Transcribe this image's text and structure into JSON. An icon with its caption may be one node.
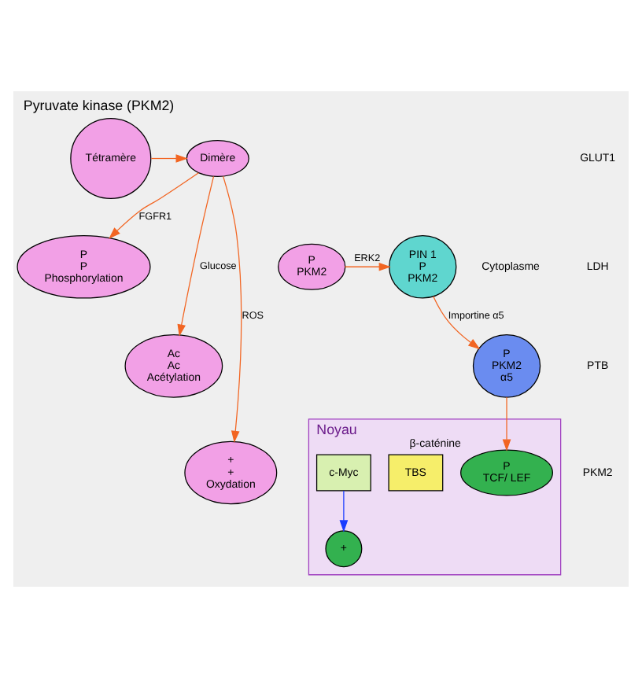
{
  "diagram": {
    "title": "Pyruvate kinase (PKM2)",
    "nodes": [
      {
        "text": [
          "Tétramère"
        ]
      },
      {
        "text": [
          "Dimère"
        ]
      },
      {
        "text": [
          "P",
          "P",
          "Phosphorylation"
        ]
      },
      {
        "text": [
          "Ac",
          "Ac",
          "Acétylation"
        ]
      },
      {
        "text": [
          "+",
          "+",
          "Oxydation"
        ]
      },
      {
        "text": [
          "P",
          "PKM2"
        ]
      },
      {
        "text": [
          "PIN 1",
          "P",
          "PKM2"
        ]
      },
      {
        "text": [
          "P",
          "PKM2",
          "α5"
        ]
      },
      {
        "text": [
          "Noyau"
        ]
      },
      {
        "text": [
          "P",
          "TCF/ LEF"
        ],
        "beside": [
          "β-caténine"
        ],
        "in": 8
      },
      {
        "text": [
          "TBS"
        ],
        "in": 8
      },
      {
        "text": [
          "c-Myc"
        ],
        "in": 8
      },
      {
        "text": [
          "+"
        ],
        "in": 8
      }
    ],
    "edges": [
      {
        "from": 0,
        "to": 1,
        "arrow": "to"
      },
      {
        "from": 1,
        "to": 2,
        "label": "FGFR1",
        "arrow": "to"
      },
      {
        "from": 1,
        "to": 3,
        "label": "Glucose",
        "arrow": "to"
      },
      {
        "from": 1,
        "to": 4,
        "label": "ROS",
        "arrow": "to"
      },
      {
        "from": 5,
        "to": 6,
        "label": "ERK2",
        "arrow": "to"
      },
      {
        "from": 6,
        "to": 7,
        "label": "Importine α5",
        "arrow": "to"
      },
      {
        "from": 7,
        "to": 9,
        "arrow": "to"
      },
      {
        "from": 11,
        "to": 12,
        "arrow": "to",
        "color": "#1a3cff"
      }
    ],
    "labels": [
      "Cytoplasme",
      "GLUT1",
      "LDH",
      "PTB",
      "PKM2"
    ]
  }
}
